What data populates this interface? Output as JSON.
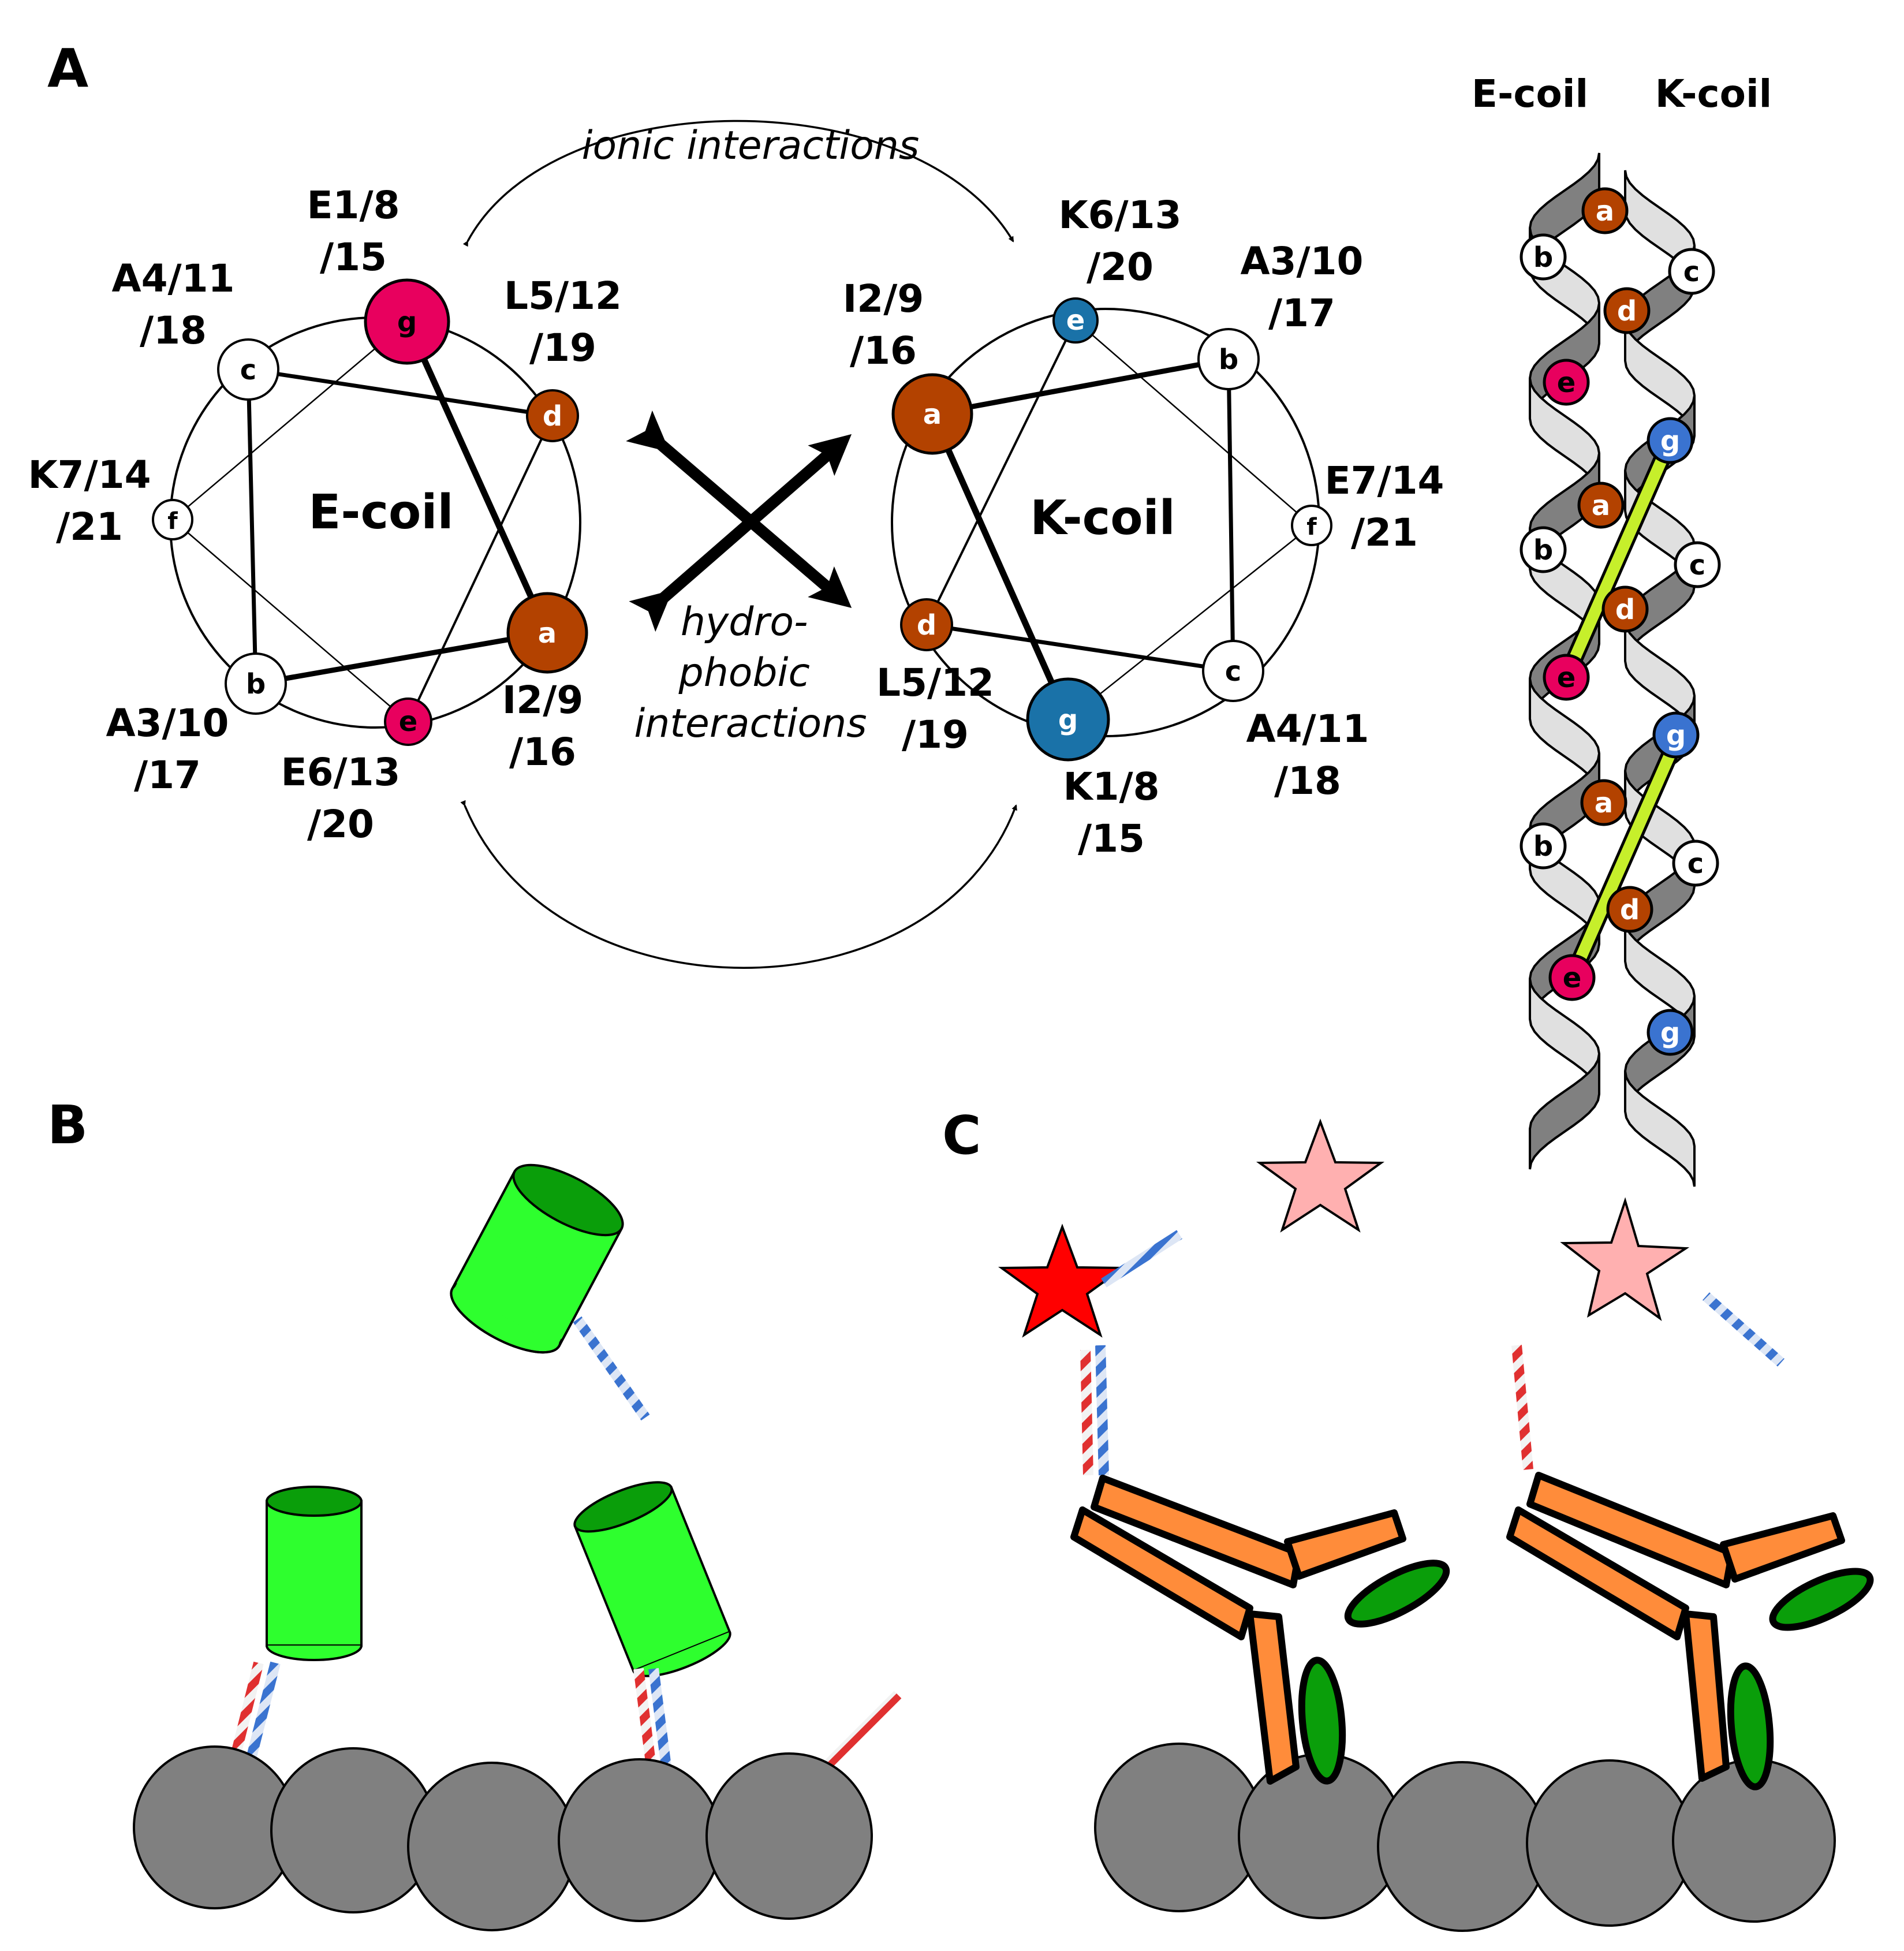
{
  "panels": {
    "a": "A",
    "b": "B",
    "c": "C"
  },
  "wheels": {
    "e": {
      "title": "E-coil",
      "labels": {
        "g": [
          "E1/8",
          "/15"
        ],
        "d": [
          "L5/12",
          "/19"
        ],
        "c": [
          "A4/11",
          "/18"
        ],
        "f": [
          "K7/14",
          "/21"
        ],
        "a": [
          "I2/9",
          "/16"
        ],
        "b": [
          "A3/10",
          "/17"
        ],
        "e": [
          "E6/13",
          "/20"
        ]
      }
    },
    "k": {
      "title": "K-coil",
      "labels": {
        "e": [
          "K6/13",
          "/20"
        ],
        "b": [
          "A3/10",
          "/17"
        ],
        "a": [
          "I2/9",
          "/16"
        ],
        "f": [
          "E7/14",
          "/21"
        ],
        "d": [
          "L5/12",
          "/19"
        ],
        "c": [
          "A4/11",
          "/18"
        ],
        "g": [
          "K1/8",
          "/15"
        ]
      }
    }
  },
  "interactions": {
    "ionic": "ionic interactions",
    "hydrophobic": [
      "hydro-",
      "phobic",
      "interactions"
    ]
  },
  "helix": {
    "e_title": "E-coil",
    "k_title": "K-coil"
  },
  "residue_letters": {
    "a": "a",
    "b": "b",
    "c": "c",
    "d": "d",
    "e": "e",
    "f": "f",
    "g": "g"
  },
  "colors": {
    "brown": "#b34200",
    "magenta": "#e8005e",
    "blue_dark": "#1a72a8",
    "blue_light": "#3a73d0",
    "lime": "#c6ef2b",
    "green_bright": "#2eff2e",
    "green_dark": "#0a9e0a",
    "orange": "#ff8c3a",
    "bead_gray": "#808080",
    "star_red": "#ff0000",
    "star_pink": "#ffb0b0"
  }
}
